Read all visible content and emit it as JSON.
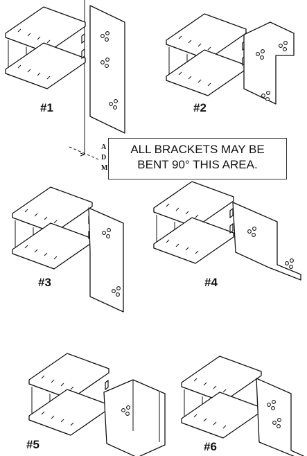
{
  "figure": {
    "labels": [
      "#1",
      "#2",
      "#3",
      "#4",
      "#5",
      "#6"
    ],
    "callout": {
      "line1": "ALL BRACKETS MAY BE",
      "line2": "BENT 90° THIS AREA."
    },
    "dimension_letters": [
      "A",
      "D",
      "M"
    ]
  },
  "colors": {
    "line": "#111111",
    "background": "#ffffff"
  }
}
